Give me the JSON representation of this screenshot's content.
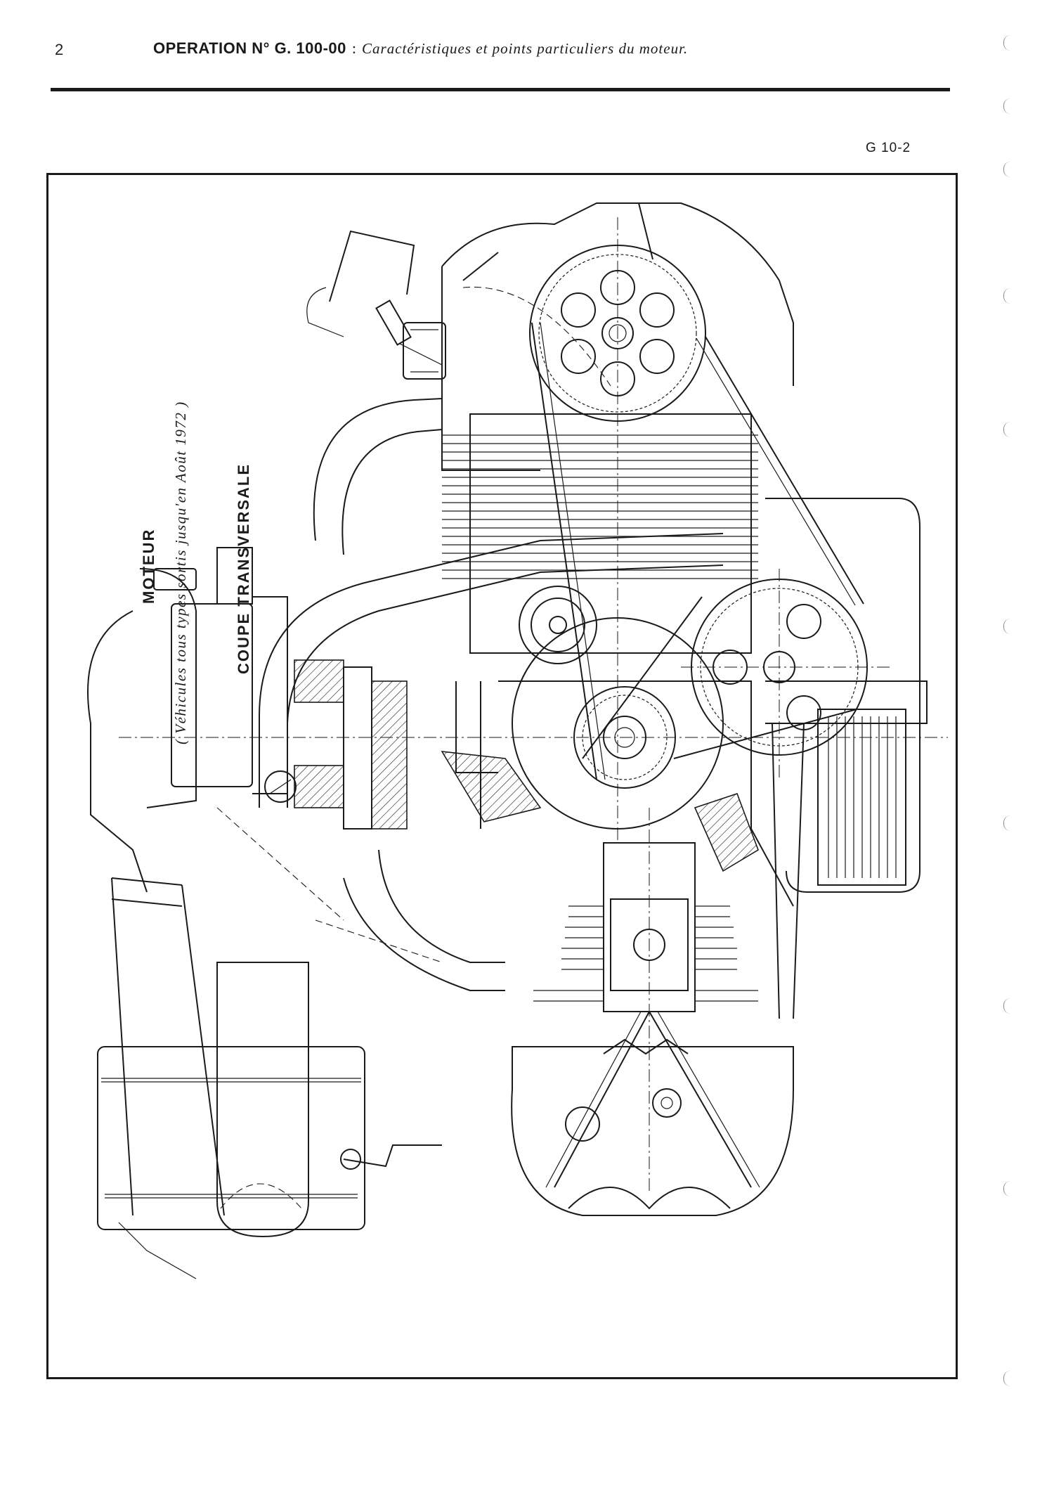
{
  "header": {
    "page_number": "2",
    "operation": "OPERATION N° G. 100-00",
    "separator": ":",
    "description": "Caractéristiques et points particuliers du moteur."
  },
  "figure": {
    "reference": "G 10-2",
    "caption_title": "MOTEUR",
    "caption_subtitle": "( Véhicules tous types sortis jusqu'en Août 1972 )",
    "caption_section": "COUPE TRANSVERSALE"
  },
  "style": {
    "ink_color": "#1a1a1a",
    "paper_color": "#ffffff"
  }
}
